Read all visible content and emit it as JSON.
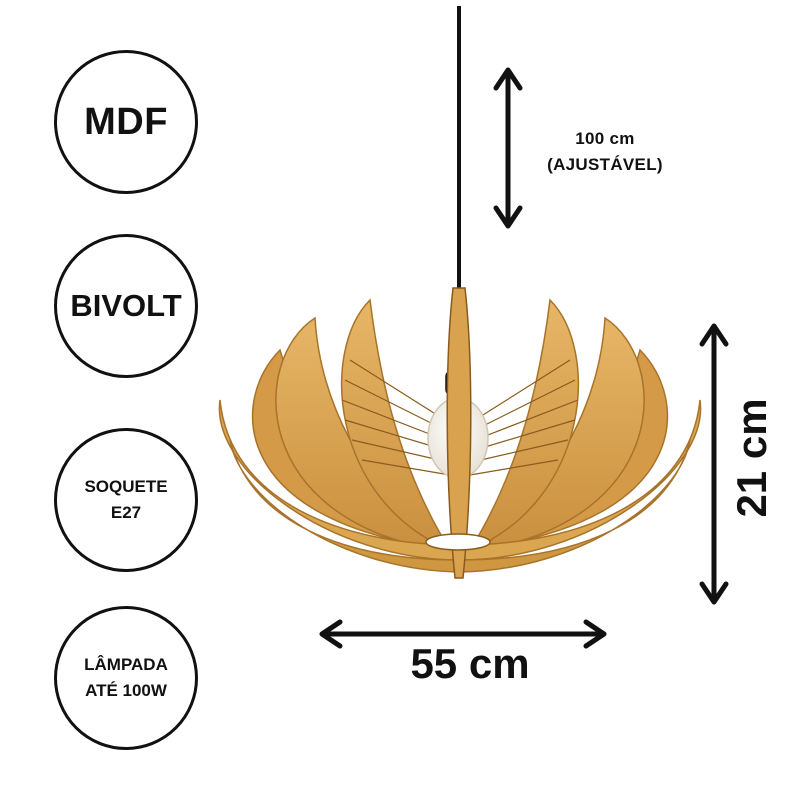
{
  "badges": [
    {
      "line1": "MDF",
      "line2": ""
    },
    {
      "line1": "BIVOLT",
      "line2": ""
    },
    {
      "line1": "SOQUETE",
      "line2": "E27"
    },
    {
      "line1": "LÂMPADA",
      "line2": "ATÉ 100W"
    }
  ],
  "dimensions": {
    "cable_length": "100 cm",
    "cable_note": "(AJUSTÁVEL)",
    "height": "21 cm",
    "width": "55 cm"
  },
  "colors": {
    "wood": "#d9a24f",
    "wood_dark": "#a8732a",
    "ink": "#111111"
  },
  "icons": [
    "vertical-double-arrow-icon",
    "horizontal-double-arrow-icon"
  ]
}
